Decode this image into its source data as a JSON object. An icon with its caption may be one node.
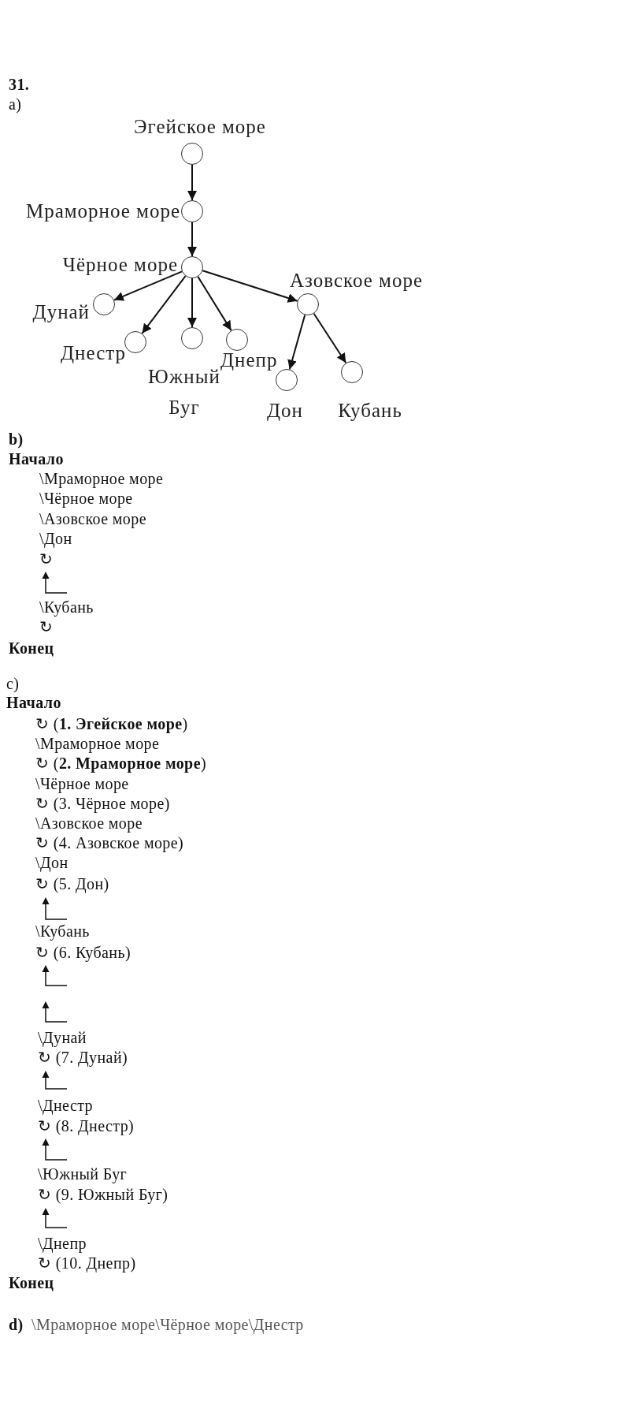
{
  "diagram": {
    "nodes": [
      {
        "text": [],
        "shape": "circle",
        "beside": [
          "Эгейское море"
        ]
      },
      {
        "text": [],
        "shape": "circle",
        "beside": [
          "Мраморное море"
        ]
      },
      {
        "text": [],
        "shape": "circle",
        "beside": [
          "Чёрное море"
        ]
      },
      {
        "text": [],
        "shape": "circle",
        "beside": [
          "Азовское море"
        ]
      },
      {
        "text": [],
        "shape": "circle",
        "beside": [
          "Дунай"
        ]
      },
      {
        "text": [],
        "shape": "circle",
        "beside": [
          "Днестр"
        ]
      },
      {
        "text": [],
        "shape": "circle",
        "beside": [
          "Южный Буг"
        ]
      },
      {
        "text": [],
        "shape": "circle",
        "beside": [
          "Днепр"
        ]
      },
      {
        "text": [],
        "shape": "circle",
        "beside": [
          "Дон"
        ]
      },
      {
        "text": [],
        "shape": "circle",
        "beside": [
          "Кубань"
        ]
      }
    ],
    "edges": [
      {
        "from": 0,
        "to": 1,
        "arrow": "to"
      },
      {
        "from": 1,
        "to": 2,
        "arrow": "to"
      },
      {
        "from": 2,
        "to": 4,
        "arrow": "to"
      },
      {
        "from": 2,
        "to": 5,
        "arrow": "to"
      },
      {
        "from": 2,
        "to": 6,
        "arrow": "to"
      },
      {
        "from": 2,
        "to": 7,
        "arrow": "to"
      },
      {
        "from": 2,
        "to": 3,
        "arrow": "to"
      },
      {
        "from": 3,
        "to": 8,
        "arrow": "to"
      },
      {
        "from": 3,
        "to": 9,
        "arrow": "to"
      }
    ],
    "labels": [
      "31.",
      "a)",
      "b)",
      "Начало",
      "\\Мраморное море",
      "\\Чёрное море",
      "\\Азовское море",
      "\\Дон",
      "↻",
      "\\Кубань",
      "↻",
      "Конец",
      "c)",
      "Начало",
      "↻ (**1. Эгейское море**)",
      "\\Мраморное море",
      "↻ (**2. Мраморное море**)",
      "\\Чёрное море",
      "↻ (3. Чёрное море)",
      "\\Азовское море",
      "↻ (4. Азовское море)",
      "\\Дон",
      "↻ (5. Дон)",
      "\\Кубань",
      "↻ (6. Кубань)",
      "\\Дунай",
      "↻ (7. Дунай)",
      "\\Днестр",
      "↻ (8. Днестр)",
      "\\Южный Буг",
      "↻ (9. Южный Буг)",
      "\\Днепр",
      "↻ (10. Днепр)",
      "Конец",
      "d)",
      "\\Мраморное море\\Чёрное море\\Днестр"
    ]
  }
}
